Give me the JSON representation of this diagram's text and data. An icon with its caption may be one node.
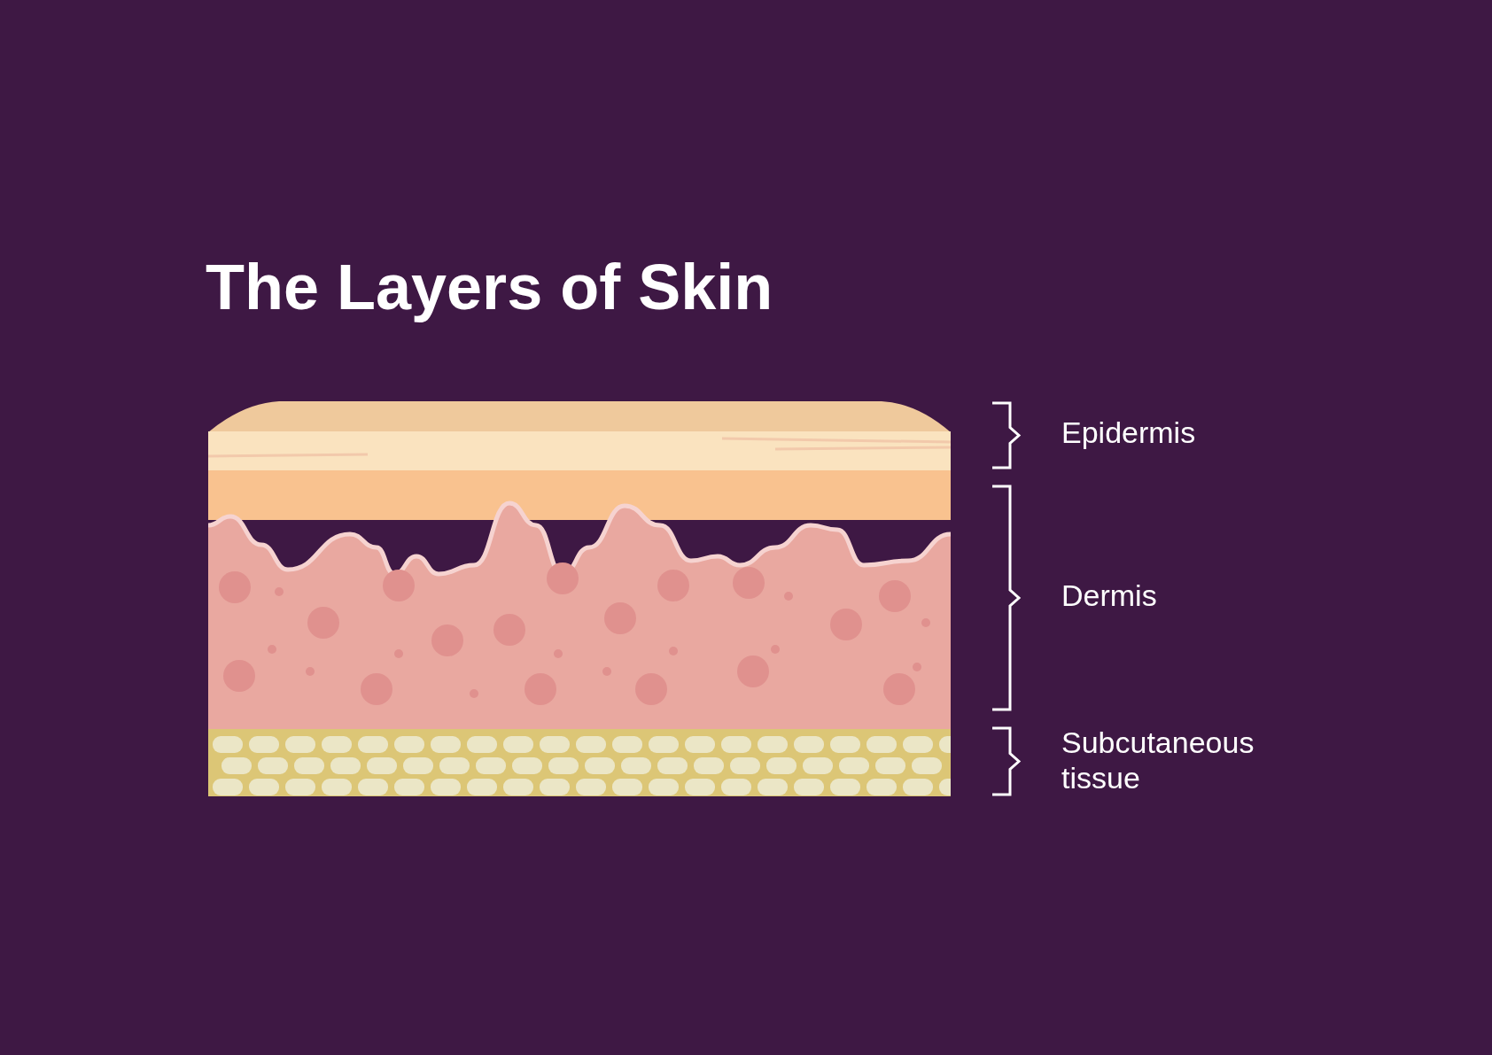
{
  "diagram": {
    "title": "The Layers of Skin",
    "labels": [
      "Epidermis",
      "Dermis",
      "Subcutaneous tissue"
    ]
  }
}
